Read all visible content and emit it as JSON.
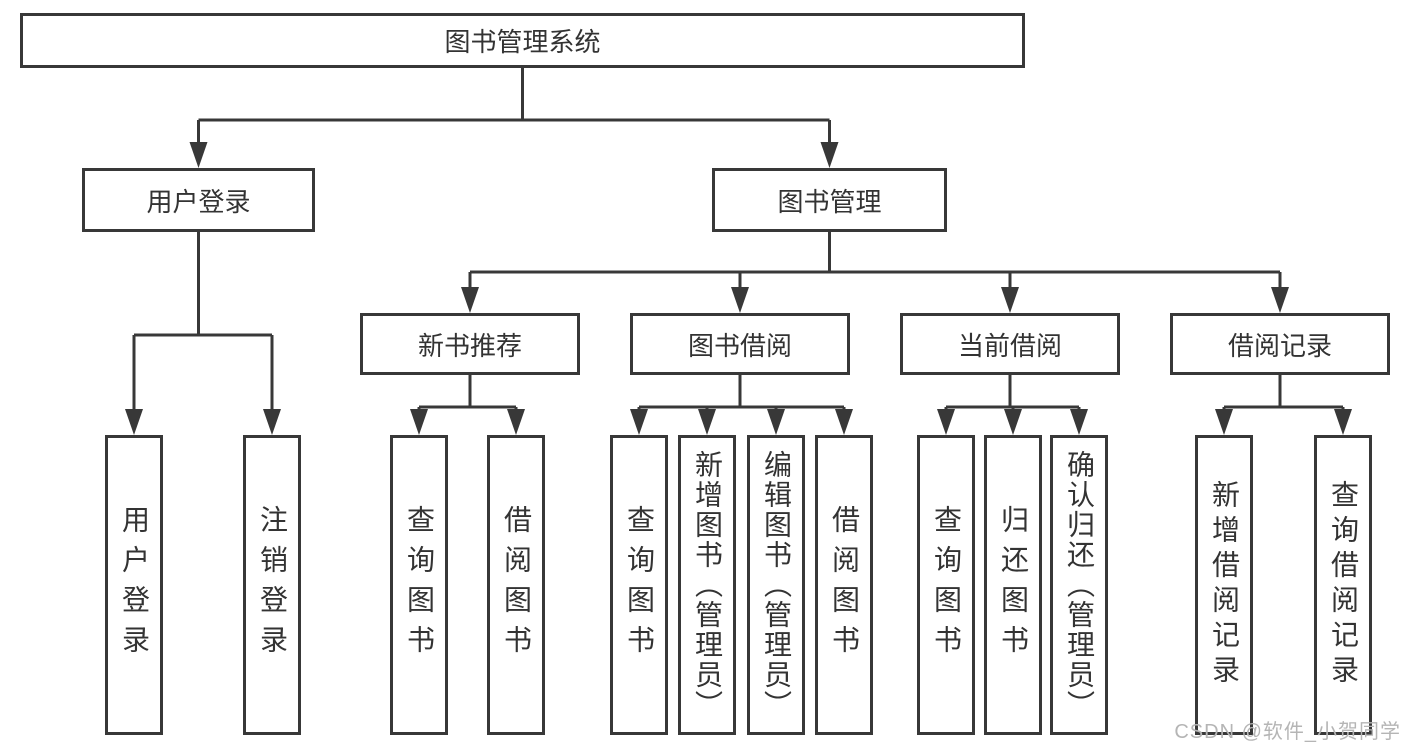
{
  "diagram": {
    "title": "图书管理系统",
    "root": {
      "label": "图书管理系统"
    },
    "level2": [
      {
        "label": "用户登录"
      },
      {
        "label": "图书管理"
      }
    ],
    "level3": [
      {
        "label": "新书推荐"
      },
      {
        "label": "图书借阅"
      },
      {
        "label": "当前借阅"
      },
      {
        "label": "借阅记录"
      }
    ],
    "leaves": {
      "user": [
        {
          "label": "用户登录"
        },
        {
          "label": "注销登录"
        }
      ],
      "newbook": [
        {
          "label": "查询图书"
        },
        {
          "label": "借阅图书"
        }
      ],
      "borrow": [
        {
          "label": "查询图书"
        },
        {
          "label": "新增图书（管理员）"
        },
        {
          "label": "编辑图书（管理员）"
        },
        {
          "label": "借阅图书"
        }
      ],
      "current": [
        {
          "label": "查询图书"
        },
        {
          "label": "归还图书"
        },
        {
          "label": "确认归还（管理员）"
        }
      ],
      "records": [
        {
          "label": "新增借阅记录"
        },
        {
          "label": "查询借阅记录"
        }
      ]
    }
  },
  "colors": {
    "line": "#383838",
    "box_background": "#ffffff",
    "text": "#333333",
    "watermark": "#b5b5b5"
  },
  "watermark": {
    "text": "CSDN @软件_小贺同学"
  }
}
